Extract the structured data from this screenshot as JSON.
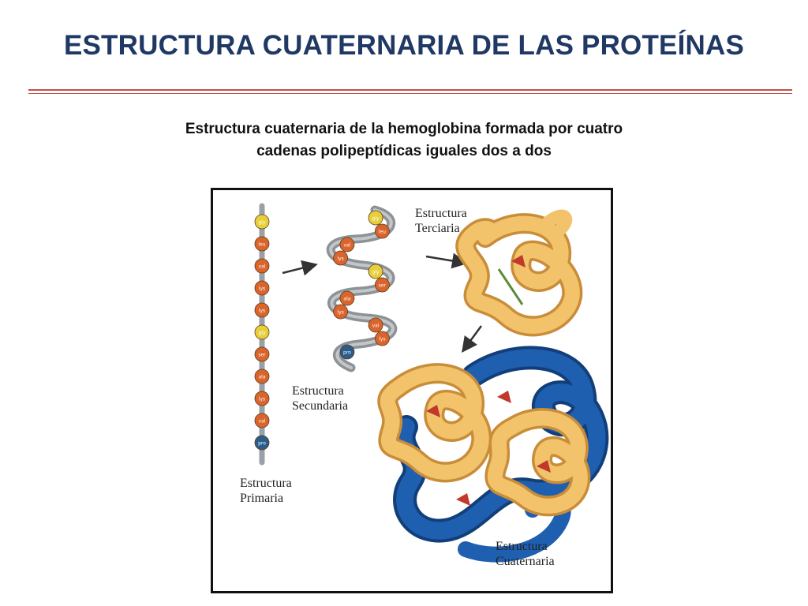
{
  "slide": {
    "title": "ESTRUCTURA CUATERNARIA DE LAS PROTEÍNAS",
    "subtitle_line1": "Estructura cuaternaria de la hemoglobina formada por cuatro",
    "subtitle_line2": "cadenas polipeptídicas iguales dos a dos"
  },
  "figure": {
    "labels": {
      "primaria": [
        "Estructura",
        "Primaria"
      ],
      "secundaria": [
        "Estructura",
        "Secundaria"
      ],
      "terciaria": [
        "Estructura",
        "Terciaria"
      ],
      "cuaternaria": [
        "Estructura",
        "Cuaternaria"
      ]
    },
    "primary_residues": [
      "gly",
      "leu",
      "val",
      "lys",
      "lys",
      "gly",
      "ser",
      "ala",
      "lys",
      "val",
      "pro"
    ],
    "helix_residues": [
      "gly",
      "leu",
      "val",
      "lys",
      "gly",
      "ser",
      "ala",
      "lys",
      "val",
      "lys",
      "pro"
    ]
  },
  "colors": {
    "title": "#1f3864",
    "rule": "#c0504d",
    "chain_gold": "#f2c36b",
    "chain_gold_dark": "#c98d3a",
    "chain_blue": "#1f5fb0",
    "chain_blue_dark": "#123f7a",
    "heme_red": "#c0392b",
    "residue_orange": "#d9642c",
    "residue_yellow": "#e8cf3a",
    "residue_blue": "#2c5c8a",
    "residue_gray": "#7f8c8d",
    "arrow": "#333333"
  }
}
